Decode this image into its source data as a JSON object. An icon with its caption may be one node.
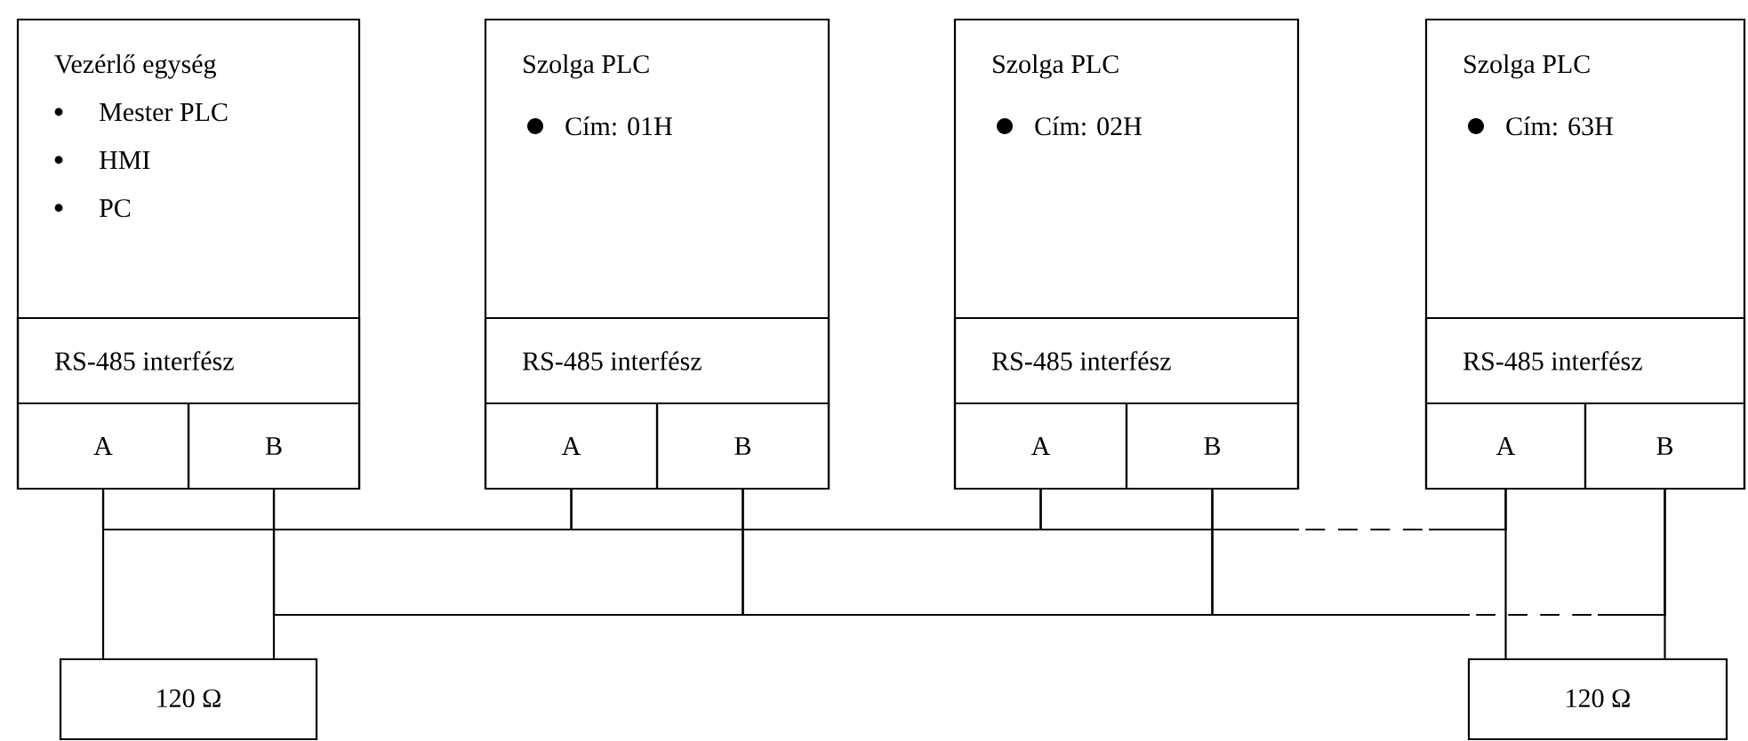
{
  "diagram": {
    "nodes": [
      {
        "text": [
          "Vezérlő egység",
          "Mester PLC",
          "HMI",
          "PC"
        ]
      },
      {
        "text": [
          "RS-485 interfész"
        ],
        "in": 0
      },
      {
        "text": [
          "A"
        ],
        "in": 0
      },
      {
        "text": [
          "B"
        ],
        "in": 0
      },
      {
        "text": [
          "Szolga PLC",
          "Cím: 01H"
        ]
      },
      {
        "text": [
          "RS-485 interfész"
        ],
        "in": 4
      },
      {
        "text": [
          "A"
        ],
        "in": 4
      },
      {
        "text": [
          "B"
        ],
        "in": 4
      },
      {
        "text": [
          "Szolga PLC",
          "Cím: 02H"
        ]
      },
      {
        "text": [
          "RS-485 interfész"
        ],
        "in": 8
      },
      {
        "text": [
          "A"
        ],
        "in": 8
      },
      {
        "text": [
          "B"
        ],
        "in": 8
      },
      {
        "text": [
          "Szolga PLC",
          "Cím: 63H"
        ]
      },
      {
        "text": [
          "RS-485 interfész"
        ],
        "in": 12
      },
      {
        "text": [
          "A"
        ],
        "in": 12
      },
      {
        "text": [
          "B"
        ],
        "in": 12
      },
      {
        "text": [
          "120 Ω"
        ]
      },
      {
        "text": [
          "120 Ω"
        ]
      }
    ],
    "edges": [
      {
        "from": 2,
        "to": 6,
        "arrow": "none"
      },
      {
        "from": 6,
        "to": 10,
        "arrow": "none"
      },
      {
        "from": 10,
        "to": 14,
        "arrow": "none",
        "style": "dashed"
      },
      {
        "from": 2,
        "to": 16,
        "arrow": "none"
      },
      {
        "from": 14,
        "to": 17,
        "arrow": "none"
      },
      {
        "from": 3,
        "to": 7,
        "arrow": "none"
      },
      {
        "from": 7,
        "to": 11,
        "arrow": "none"
      },
      {
        "from": 11,
        "to": 15,
        "arrow": "none",
        "style": "dashed"
      },
      {
        "from": 3,
        "to": 16,
        "arrow": "none"
      },
      {
        "from": 15,
        "to": 17,
        "arrow": "none"
      }
    ]
  }
}
